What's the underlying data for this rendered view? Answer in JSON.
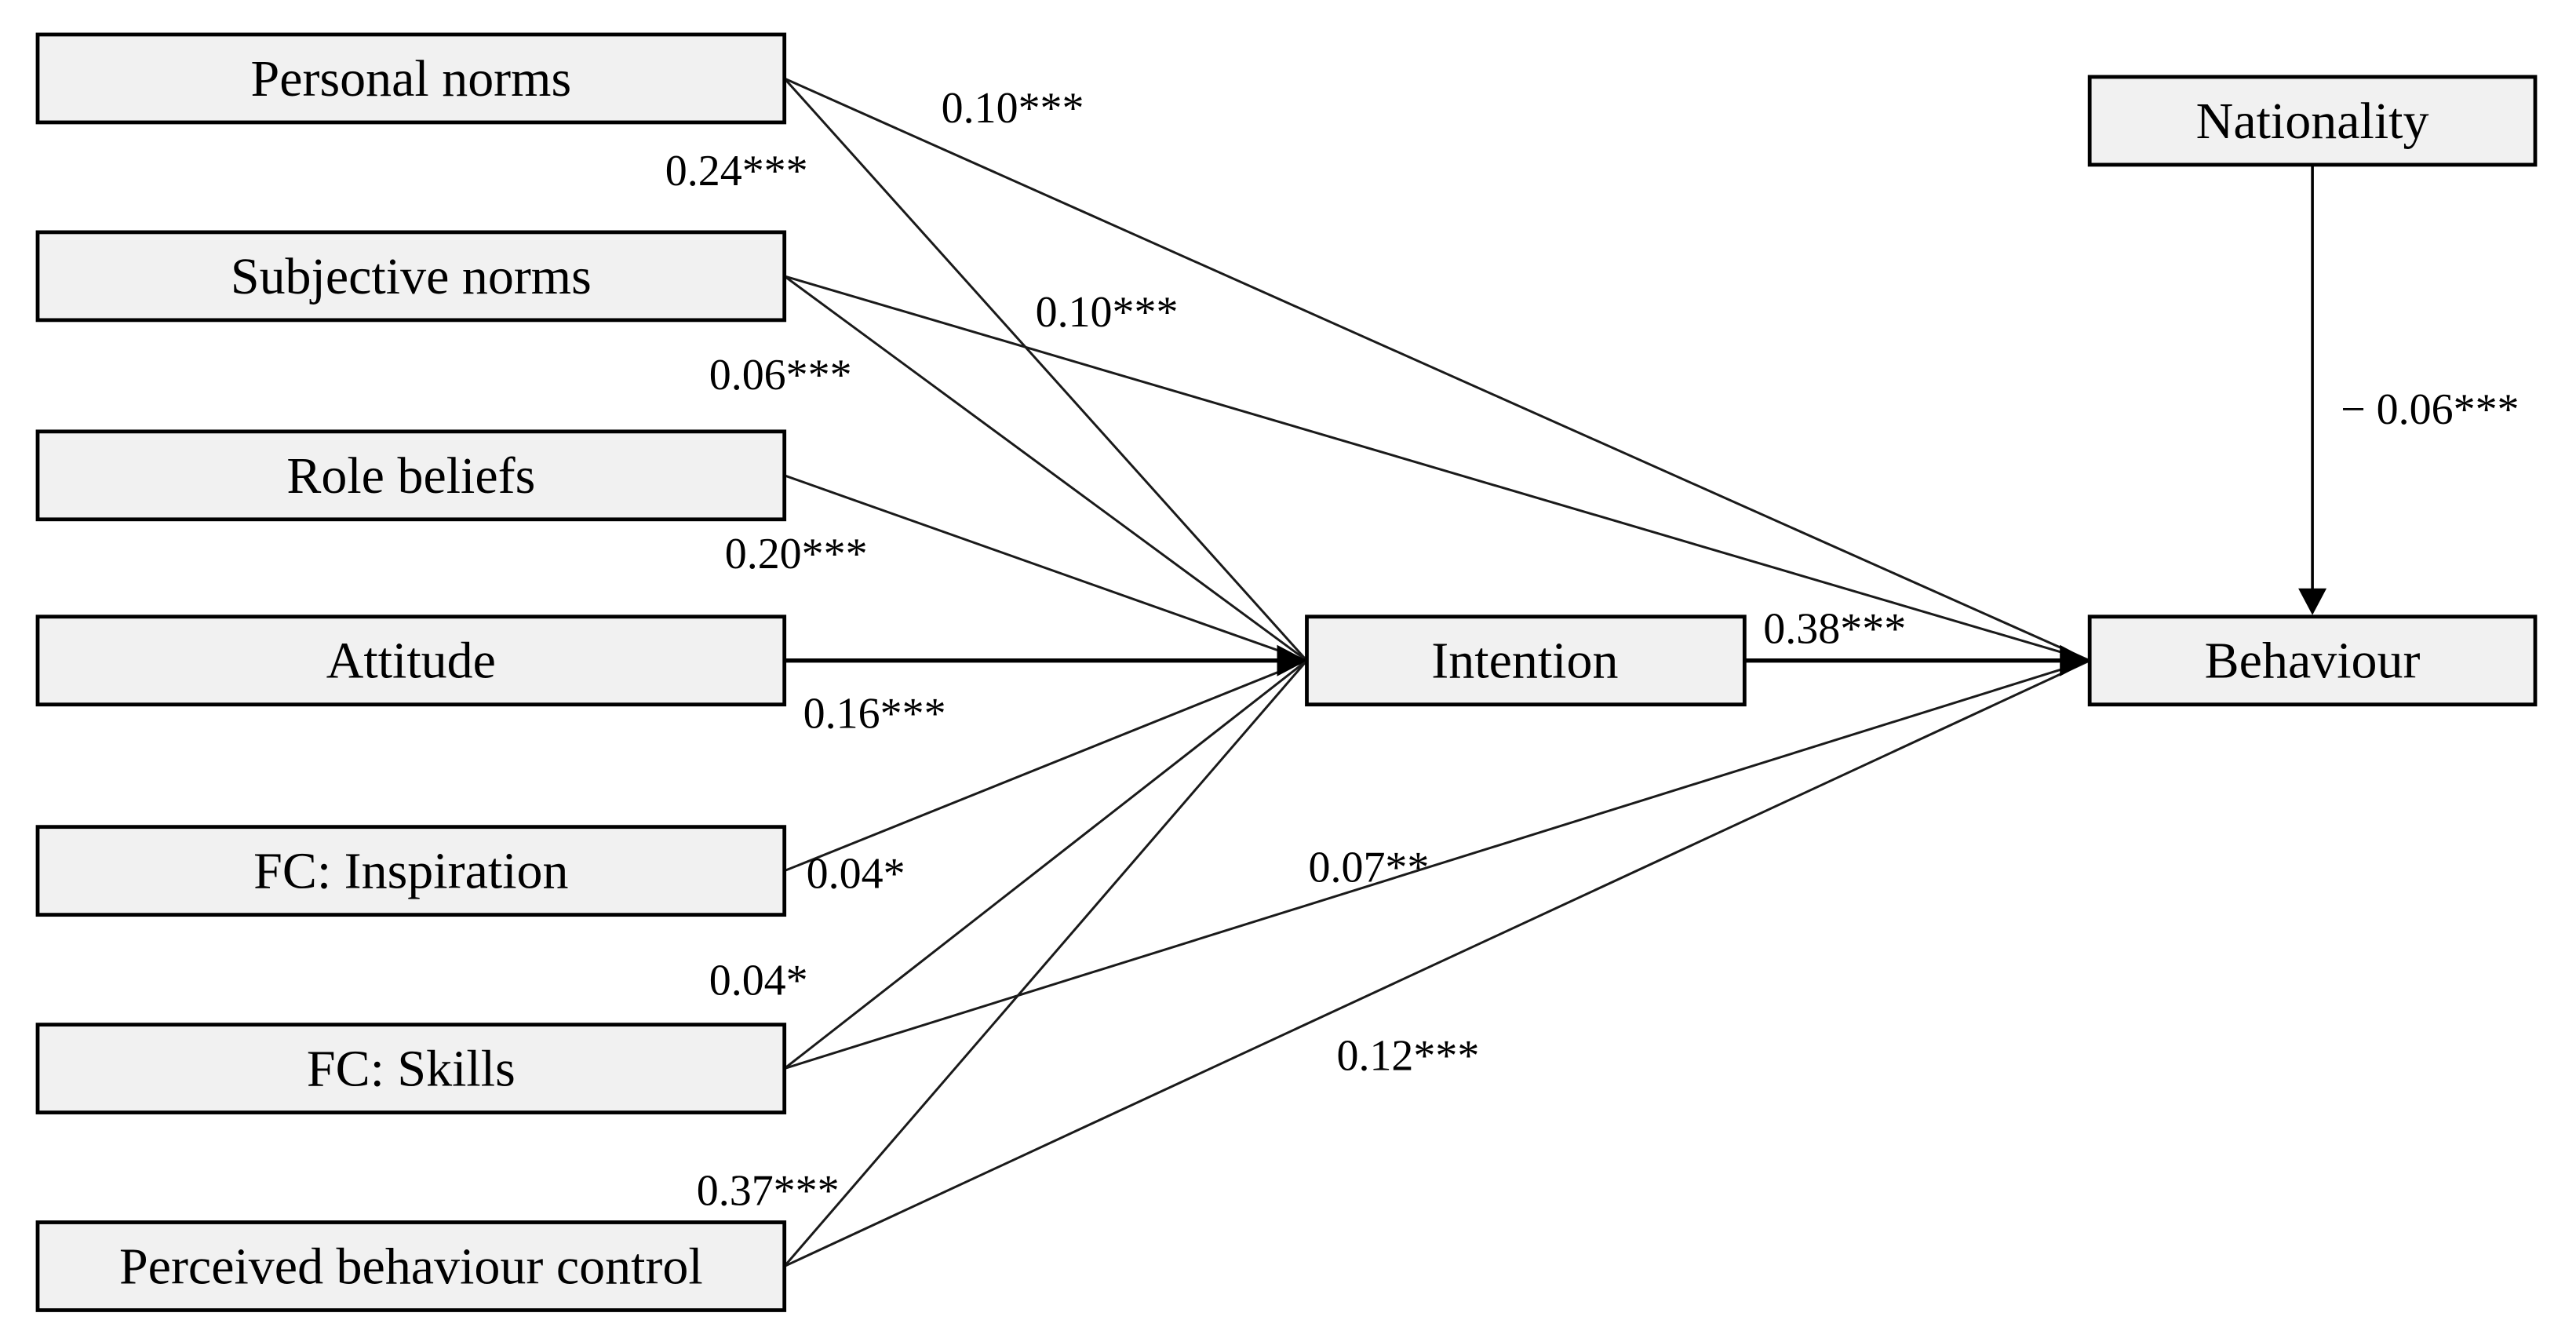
{
  "figure": {
    "type": "path-diagram",
    "description": "Structural model: predictors of Intention and Behaviour with standardized path coefficients",
    "background_color": "#ffffff",
    "box_fill": "#f1f1f1",
    "box_border": "#000000",
    "line_color": "#000000",
    "nodes": [
      {
        "id": "personal_norms",
        "label": "Personal norms"
      },
      {
        "id": "subjective_norms",
        "label": "Subjective norms"
      },
      {
        "id": "role_beliefs",
        "label": "Role beliefs"
      },
      {
        "id": "attitude",
        "label": "Attitude"
      },
      {
        "id": "fc_inspiration",
        "label": "FC: Inspiration"
      },
      {
        "id": "fc_skills",
        "label": "FC: Skills"
      },
      {
        "id": "perceived_behaviour_control",
        "label": "Perceived behaviour control"
      },
      {
        "id": "intention",
        "label": "Intention"
      },
      {
        "id": "behaviour",
        "label": "Behaviour"
      },
      {
        "id": "nationality",
        "label": "Nationality"
      }
    ],
    "edges": [
      {
        "from": "personal_norms",
        "to": "intention",
        "label": "0.24***"
      },
      {
        "from": "personal_norms",
        "to": "behaviour",
        "label": "0.10***"
      },
      {
        "from": "subjective_norms",
        "to": "intention",
        "label": "0.06***"
      },
      {
        "from": "subjective_norms",
        "to": "behaviour",
        "label": "0.10***"
      },
      {
        "from": "role_beliefs",
        "to": "intention",
        "label": "0.20***"
      },
      {
        "from": "attitude",
        "to": "intention",
        "label": "0.16***"
      },
      {
        "from": "fc_inspiration",
        "to": "intention",
        "label": "0.04*"
      },
      {
        "from": "fc_skills",
        "to": "intention",
        "label": "0.04*"
      },
      {
        "from": "fc_skills",
        "to": "behaviour",
        "label": "0.07**"
      },
      {
        "from": "perceived_behaviour_control",
        "to": "intention",
        "label": "0.37***"
      },
      {
        "from": "perceived_behaviour_control",
        "to": "behaviour",
        "label": "0.12***"
      },
      {
        "from": "intention",
        "to": "behaviour",
        "label": "0.38***"
      },
      {
        "from": "nationality",
        "to": "behaviour",
        "label": "− 0.06***"
      }
    ]
  }
}
